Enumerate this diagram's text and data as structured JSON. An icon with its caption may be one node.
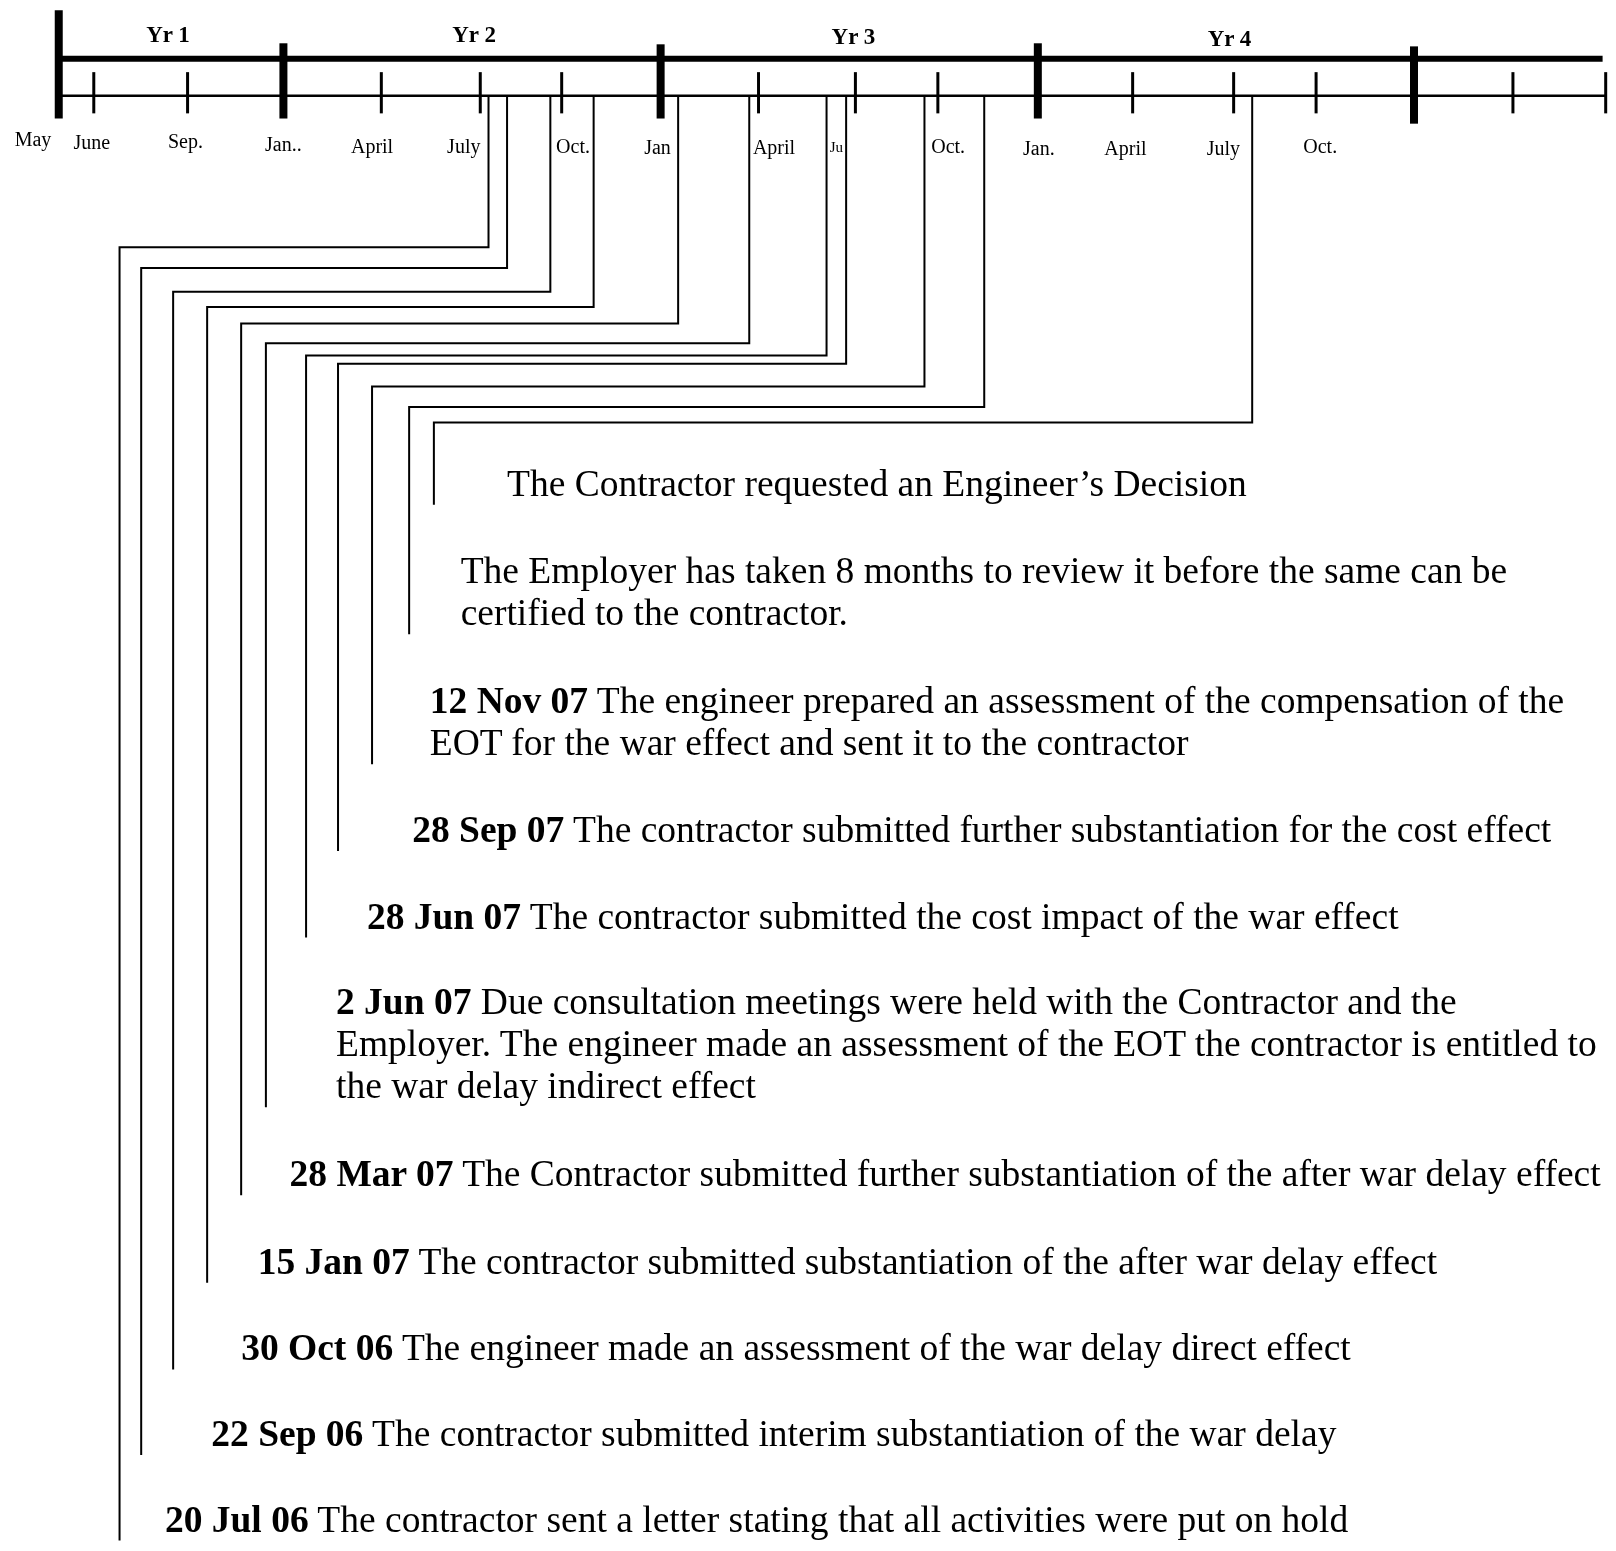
{
  "diagram": {
    "nodes": [
      {
        "text": [
          "The Contractor requested an Engineer’s Decision"
        ]
      },
      {
        "text": [
          "The Employer has taken 8 months to review it before the same can be certified to the contractor."
        ]
      },
      {
        "text": [
          "**12 Nov 07** The engineer prepared an assessment of the compensation of the EOT for the war effect and sent it to the contractor"
        ]
      },
      {
        "text": [
          "**28 Sep 07** The contractor submitted further substantiation for the cost effect"
        ]
      },
      {
        "text": [
          "**28 Jun 07** The contractor submitted the cost impact of the war effect"
        ]
      },
      {
        "text": [
          "**2 Jun 07** Due consultation meetings were held with the Contractor and the Employer. The engineer made an assessment of the EOT the contractor is entitled to the war delay indirect effect"
        ]
      },
      {
        "text": [
          "**28 Mar 07** The Contractor submitted further substantiation of the after war delay effect"
        ]
      },
      {
        "text": [
          "**15 Jan 07** The contractor submitted substantiation of the after war delay effect"
        ]
      },
      {
        "text": [
          "**30 Oct 06** The engineer made an assessment of the war delay direct effect"
        ]
      },
      {
        "text": [
          "**22 Sep 06** The contractor submitted interim substantiation of the war delay"
        ]
      },
      {
        "text": [
          "**20 Jul 06** The contractor sent a letter stating that all activities were put on hold"
        ]
      }
    ],
    "edges": [
      {
        "from": 0,
        "to": null,
        "arrow": "none"
      },
      {
        "from": 1,
        "to": null,
        "arrow": "none"
      },
      {
        "from": 2,
        "to": null,
        "arrow": "none"
      },
      {
        "from": 3,
        "to": null,
        "arrow": "none"
      },
      {
        "from": 4,
        "to": null,
        "arrow": "none"
      },
      {
        "from": 5,
        "to": null,
        "arrow": "none"
      },
      {
        "from": 6,
        "to": null,
        "arrow": "none"
      },
      {
        "from": 7,
        "to": null,
        "arrow": "none"
      },
      {
        "from": 8,
        "to": null,
        "arrow": "none"
      },
      {
        "from": 9,
        "to": null,
        "arrow": "none"
      },
      {
        "from": 10,
        "to": null,
        "arrow": "none"
      }
    ],
    "labels": [
      "Yr 1",
      "Yr 2",
      "Yr 3",
      "Yr 4",
      "May",
      "June",
      "Sep.",
      "Jan..",
      "April",
      "July",
      "Oct.",
      "Jan",
      "April",
      "Ju",
      "Oct.",
      "Jan.",
      "April",
      "July",
      "Oct."
    ]
  }
}
